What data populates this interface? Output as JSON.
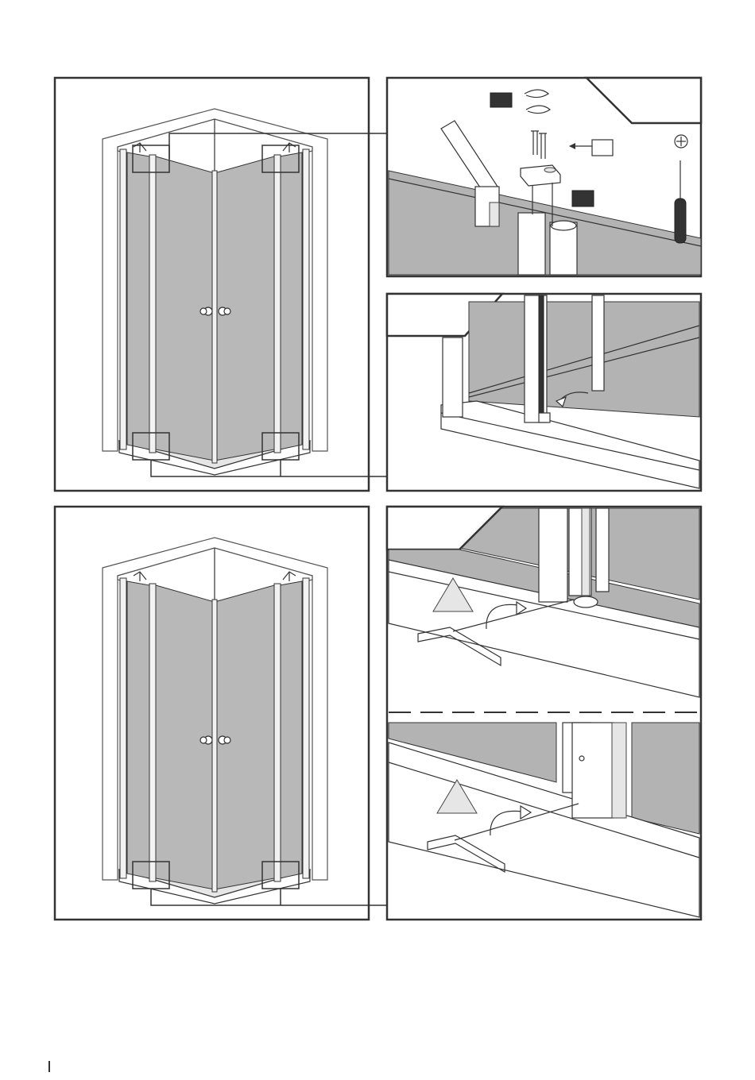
{
  "page": {
    "title": "",
    "page_number": ""
  },
  "panels": [
    {
      "name": "shower-overview-top"
    },
    {
      "name": "hinge-bracket-detail"
    },
    {
      "name": "door-bottom-detail"
    },
    {
      "name": "shower-overview-bottom"
    },
    {
      "name": "hinge-adjust-detail"
    }
  ],
  "colors": {
    "glass": "#b8b8b8",
    "frame": "#333333",
    "background": "#ffffff"
  }
}
